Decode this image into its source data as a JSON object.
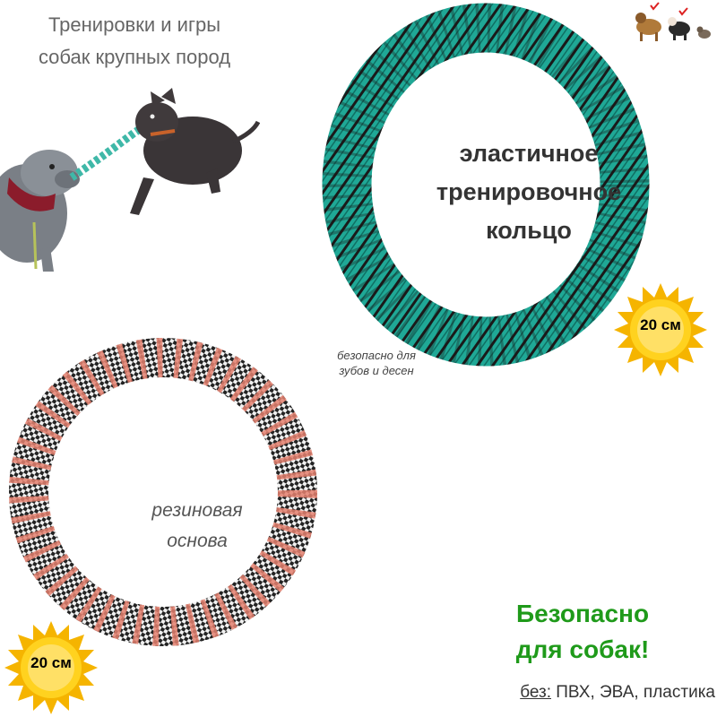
{
  "header": {
    "title_line1": "Тренировки и игры",
    "title_line2": "собак крупных пород"
  },
  "teal_ring": {
    "label_line1": "эластичное",
    "label_line2": "тренировочное",
    "label_line3": "кольцо",
    "color": "#1fa896",
    "stripe_color": "#1a1a1a"
  },
  "safety_note": {
    "line1": "безопасно для",
    "line2": "зубов и десен"
  },
  "red_ring": {
    "label_line1": "резиновая",
    "label_line2": "основа",
    "color": "#e4806f",
    "pattern_color": "#222222"
  },
  "size_badges": {
    "top": "20 см",
    "bottom": "20 см",
    "sun_color": "#f5b400"
  },
  "promo": {
    "line1": "Безопасно",
    "line2": "для собак!",
    "color": "#1f9a1a"
  },
  "materials": {
    "prefix": "без:",
    "list": " ПВХ, ЭВА, пластика"
  },
  "thumb_icons": [
    "checkmark-icon",
    "checkmark-icon",
    "checkmark-icon"
  ]
}
